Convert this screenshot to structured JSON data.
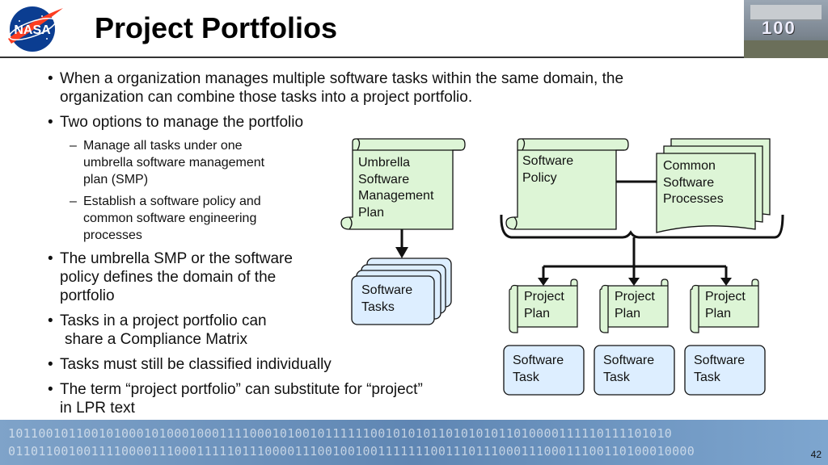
{
  "header": {
    "logo_text": "NASA",
    "title": "Project Portfolios",
    "photo_caption": "100"
  },
  "bullets": [
    {
      "line1": "When a organization manages multiple software tasks within the same domain, the",
      "line2": "organization can combine those tasks into a project portfolio."
    },
    {
      "line1": "Two options to manage the portfolio"
    },
    {
      "line1": "The umbrella SMP or the software",
      "line2": "policy defines the domain of the",
      "line3": "portfolio"
    },
    {
      "line1": "Tasks in a project portfolio can",
      "line2": "share a Compliance Matrix"
    },
    {
      "line1": "Tasks must still be classified individually"
    },
    {
      "line1": "The term “project portfolio” can substitute for “project”",
      "line2": "in LPR text"
    }
  ],
  "sub_bullets": [
    {
      "line1": "Manage all tasks under one",
      "line2": "umbrella software management",
      "line3": "plan (SMP)"
    },
    {
      "line1": "Establish a software policy and",
      "line2": "common software engineering",
      "line3": "processes"
    }
  ],
  "diagram": {
    "umbrella_smp": [
      "Umbrella",
      "Software",
      "Management",
      "Plan"
    ],
    "software_tasks": [
      "Software",
      "Tasks"
    ],
    "software_policy": [
      "Software",
      "Policy"
    ],
    "common_processes": [
      "Common",
      "Software",
      "Processes"
    ],
    "project_plans": [
      {
        "line1": "Project",
        "line2": "Plan"
      },
      {
        "line1": "Project",
        "line2": "Plan"
      },
      {
        "line1": "Project",
        "line2": "Plan"
      }
    ],
    "software_task_boxes": [
      {
        "line1": "Software",
        "line2": "Task"
      },
      {
        "line1": "Software",
        "line2": "Task"
      },
      {
        "line1": "Software",
        "line2": "Task"
      }
    ],
    "scroll_fill": "#ddf5d6",
    "task_fill": "#ddeeff",
    "stroke": "#111111"
  },
  "footer": {
    "binary_line1": "1011001011001010001010001000111100010100101111110010101011010101011010000111110111101010",
    "binary_line2": "0110110010011110000111000111110111000011100100100111111100111011100011100011100110100010000",
    "page_number": "42"
  }
}
